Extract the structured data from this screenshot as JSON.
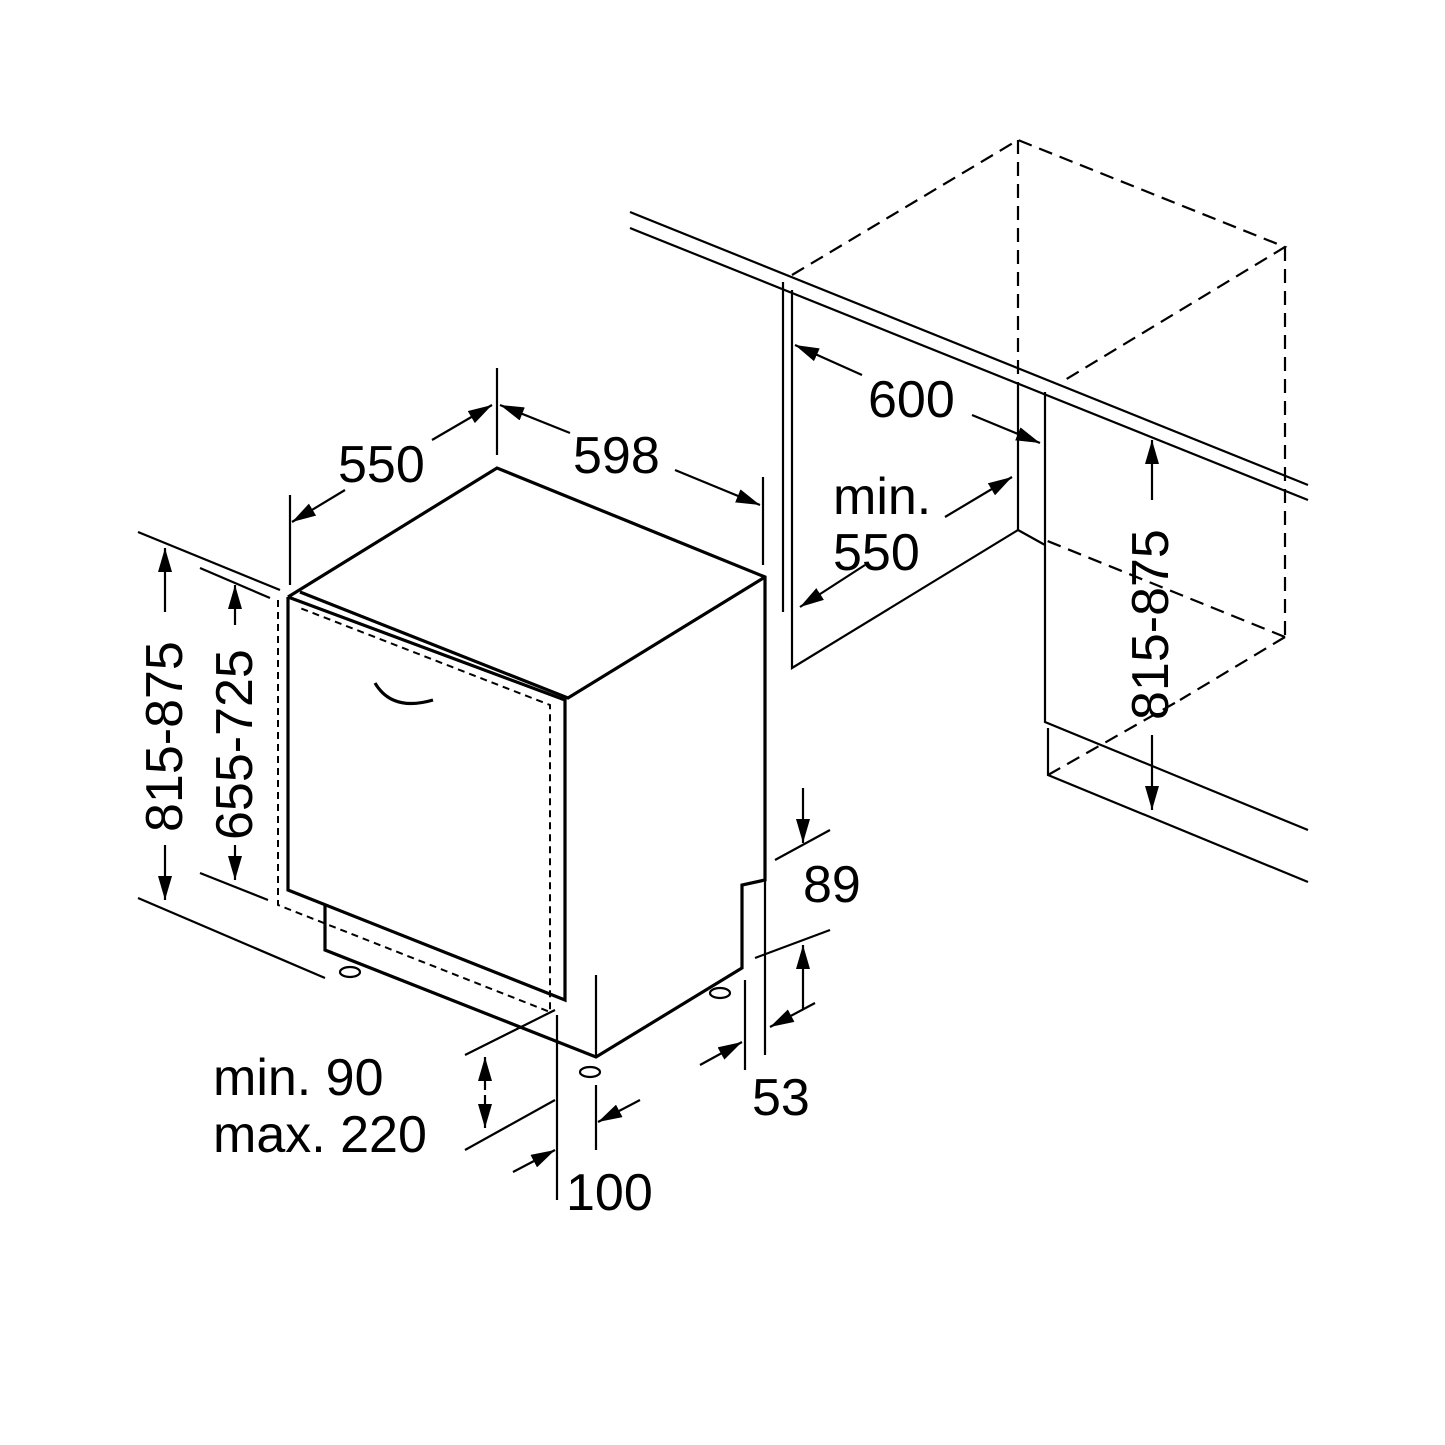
{
  "labels": {
    "depth": "550",
    "width": "598",
    "niche_width": "600",
    "niche_depth_min": "min.",
    "niche_depth_value": "550",
    "niche_height": "815-875",
    "appliance_height": "815-875",
    "door_height": "655-725",
    "plinth_top": "89",
    "plinth_side": "53",
    "plinth_height_min": "min. 90",
    "plinth_height_max": "max. 220",
    "plinth_depth": "100"
  },
  "colors": {
    "line": "#000000",
    "background": "#ffffff"
  }
}
